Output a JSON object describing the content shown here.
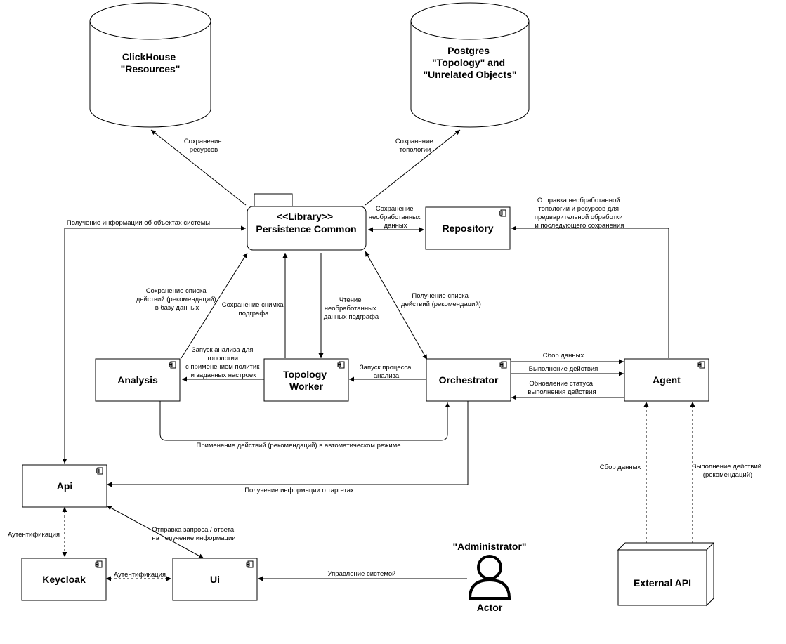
{
  "nodes": {
    "clickhouse": [
      "ClickHouse",
      "\"Resources\""
    ],
    "postgres": [
      "Postgres",
      "\"Topology\" and",
      "\"Unrelated Objects\""
    ],
    "persistence": [
      "<<Library>>",
      "Persistence Common"
    ],
    "repository": "Repository",
    "analysis": "Analysis",
    "topology_worker": [
      "Topology",
      "Worker"
    ],
    "orchestrator": "Orchestrator",
    "agent": "Agent",
    "api": "Api",
    "keycloak": "Keycloak",
    "ui": "Ui",
    "external_api": "External API",
    "administrator": "\"Administrator\"",
    "actor": "Actor"
  },
  "edge_labels": {
    "save_resources": [
      "Сохранение",
      "ресурсов"
    ],
    "save_topology": [
      "Сохранение",
      "топологии"
    ],
    "save_raw": [
      "Сохранение",
      "необработанных",
      "данных"
    ],
    "send_raw": [
      "Отправка необработанной",
      "топологии и ресурсов для",
      "предварительной обработки",
      "и последующего сохранения"
    ],
    "get_objects": "Получение информации об объектах системы",
    "save_actions": [
      "Сохранение списка",
      "действий (рекомендаций)",
      "в базу данных"
    ],
    "save_snapshot": [
      "Сохранение снимка",
      "подграфа"
    ],
    "read_raw": [
      "Чтение",
      "необработанных",
      "данных подграфа"
    ],
    "get_actions": [
      "Получение списка",
      "действий (рекомендаций)"
    ],
    "run_analysis": [
      "Запуск анализа для",
      "топологии",
      "с применением политик",
      "и заданных настроек"
    ],
    "run_process": [
      "Запуск процесса",
      "анализа"
    ],
    "collect_data": "Сбор данных",
    "execute_action": "Выполнение действия",
    "update_status": [
      "Обновление статуса",
      "выполнения действия"
    ],
    "apply_auto": "Применение действий (рекомендаций) в автоматическом режиме",
    "get_targets": "Получение информации о таргетах",
    "auth_left": "Аутентификация",
    "send_request": [
      "Отправка запроса / ответа",
      "на получение информации"
    ],
    "auth_mid": "Аутентификация",
    "manage_system": "Управление системой",
    "ext_collect": "Сбор данных",
    "ext_execute": [
      "Выполнение действий",
      "(рекомендаций)"
    ]
  }
}
